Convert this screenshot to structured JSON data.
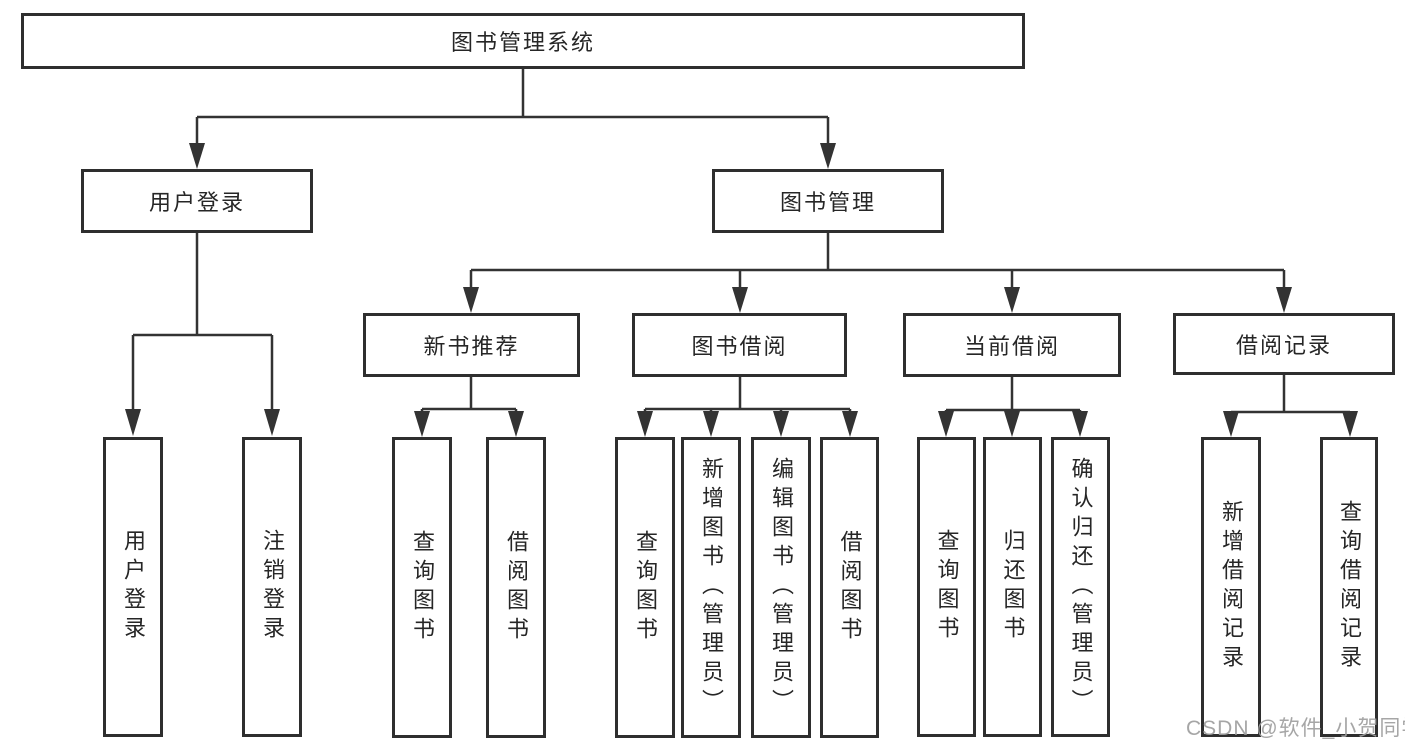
{
  "diagram": {
    "title": "图书管理系统",
    "root": {
      "label": "图书管理系统"
    },
    "branches": {
      "login": {
        "label": "用户登录",
        "leaves": [
          "用户登录",
          "注销登录"
        ]
      },
      "mgmt": {
        "label": "图书管理",
        "sections": {
          "rec": {
            "label": "新书推荐",
            "leaves": [
              "查询图书",
              "借阅图书"
            ]
          },
          "borrow": {
            "label": "图书借阅",
            "leaves": [
              "查询图书",
              "新增图书（管理员）",
              "编辑图书（管理员）",
              "借阅图书"
            ]
          },
          "current": {
            "label": "当前借阅",
            "leaves": [
              "查询图书",
              "归还图书",
              "确认归还（管理员）"
            ]
          },
          "records": {
            "label": "借阅记录",
            "leaves": [
              "新增借阅记录",
              "查询借阅记录"
            ]
          }
        }
      }
    },
    "colors": {
      "box_border": "#2e2e2e",
      "connector_line": "#333333",
      "text": "#262626",
      "background": "#ffffff",
      "watermark_text_color": "#9e9e9e"
    }
  },
  "watermark": {
    "text": "CSDN @软件_小贺同学"
  }
}
